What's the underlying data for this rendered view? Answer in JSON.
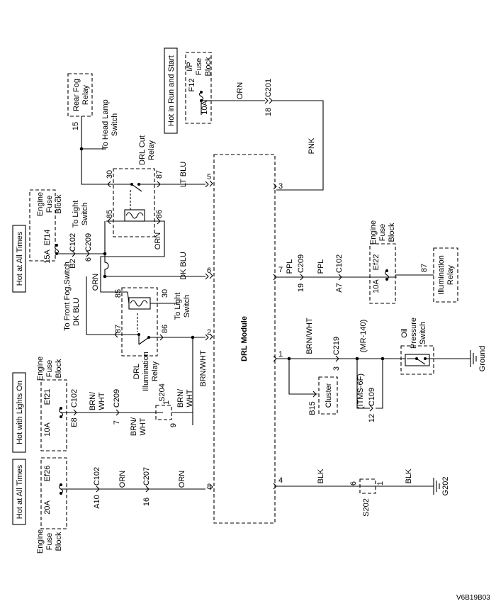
{
  "module": {
    "label": "DRL Module",
    "pins": {
      "p5": "5",
      "p3": "3",
      "p6": "6",
      "p7": "7",
      "p2": "2",
      "p1": "1",
      "p4": "4",
      "p8": "8"
    }
  },
  "power": {
    "hot_run_start": "Hot in Run and Start",
    "hot_all_times_1": "Hot at All Times",
    "hot_lights_on": "Hot with Lights On",
    "hot_all_times_2": "Hot at All Times"
  },
  "fuses": {
    "f12": {
      "name": "F12",
      "rating": "10A",
      "block": [
        "I/P",
        "Fuse",
        "Block"
      ]
    },
    "ef14": {
      "name": "Ef14",
      "rating": "15A",
      "block": [
        "Engine",
        "Fuse",
        "Block"
      ]
    },
    "ef22": {
      "name": "Ef22",
      "rating": "10A",
      "block": [
        "Engine",
        "Fuse",
        "Block"
      ]
    },
    "ef21": {
      "name": "Ef21",
      "rating": "10A",
      "block": [
        "Engine",
        "Fuse",
        "Block"
      ]
    },
    "ef26": {
      "name": "Ef26",
      "rating": "20A",
      "block": [
        "Engine",
        "Fuse",
        "Block"
      ]
    }
  },
  "relays": {
    "rear_fog": {
      "label": [
        "Rear Fog",
        "Relay"
      ],
      "pin": "15"
    },
    "drl_cut": {
      "label": [
        "DRL Cut",
        "Relay"
      ],
      "pins": {
        "p30": "30",
        "p87": "87",
        "p85": "85",
        "p86": "86"
      }
    },
    "drl_illum": {
      "label": [
        "DRL",
        "Illumination",
        "Relay"
      ],
      "pins": {
        "p85": "85",
        "p30": "30",
        "p87": "87",
        "p86": "86"
      }
    },
    "illumination": {
      "label": [
        "Illumination",
        "Relay"
      ],
      "pin": "87"
    }
  },
  "components": {
    "oil_pressure": [
      "Oil",
      "Pressure",
      "Switch"
    ],
    "cluster": "Cluster",
    "ground": "Ground",
    "g202": "G202"
  },
  "connectors": {
    "c201": "C201",
    "c201_pin": "18",
    "c102_a": "C102",
    "c102_a_pin": "B2",
    "c209_a": "C209",
    "c209_a_pin": "6",
    "c209_b": "C209",
    "c209_b_pin": "19",
    "c102_b": "C102",
    "c102_b_pin": "A7",
    "c219": "C219",
    "c219_pin": "3",
    "c109": "C109",
    "c109_pin": "12",
    "b15": "B15",
    "c102_c": "C102",
    "c102_c_pin": "E8",
    "c209_c": "C209",
    "c209_c_pin": "7",
    "c102_d": "C102",
    "c102_d_pin": "A10",
    "c207": "C207",
    "c207_pin": "16",
    "s204": "S204",
    "s204_pins": [
      "1",
      "9"
    ],
    "s202": "S202",
    "s202_pins": [
      "6",
      "1"
    ],
    "itms": "(ITMS-6F)",
    "mr140": "(MR-140)"
  },
  "wires": {
    "orn_c201": "ORN",
    "pnk": "PNK",
    "lt_blu": "LT BLU",
    "orn_cut": "ORN",
    "dk_blu_1": "DK BLU",
    "dk_blu_2": "DK BLU",
    "orn_fog": "ORN",
    "brn_wht_1": "BRN/WHT",
    "ppl_1": "PPL",
    "ppl_2": "PPL",
    "brn_wht_2": "BRN/WHT",
    "brn_wht_3": [
      "BRN/",
      "WHT"
    ],
    "brn_wht_4": [
      "BRN/",
      "WHT"
    ],
    "brn_wht_5": [
      "BRN/",
      "WHT"
    ],
    "orn_a": "ORN",
    "orn_b": "ORN",
    "blk_1": "BLK",
    "blk_2": "BLK"
  },
  "notes": {
    "to_head_lamp": [
      "To Head Lamp",
      "Switch"
    ],
    "to_light_1": [
      "To Light",
      "Switch"
    ],
    "to_front_fog": [
      "To Front Fog",
      "Switch"
    ],
    "to_light_2": [
      "To Light",
      "Switch"
    ]
  },
  "figure_id": "V6B19B03"
}
